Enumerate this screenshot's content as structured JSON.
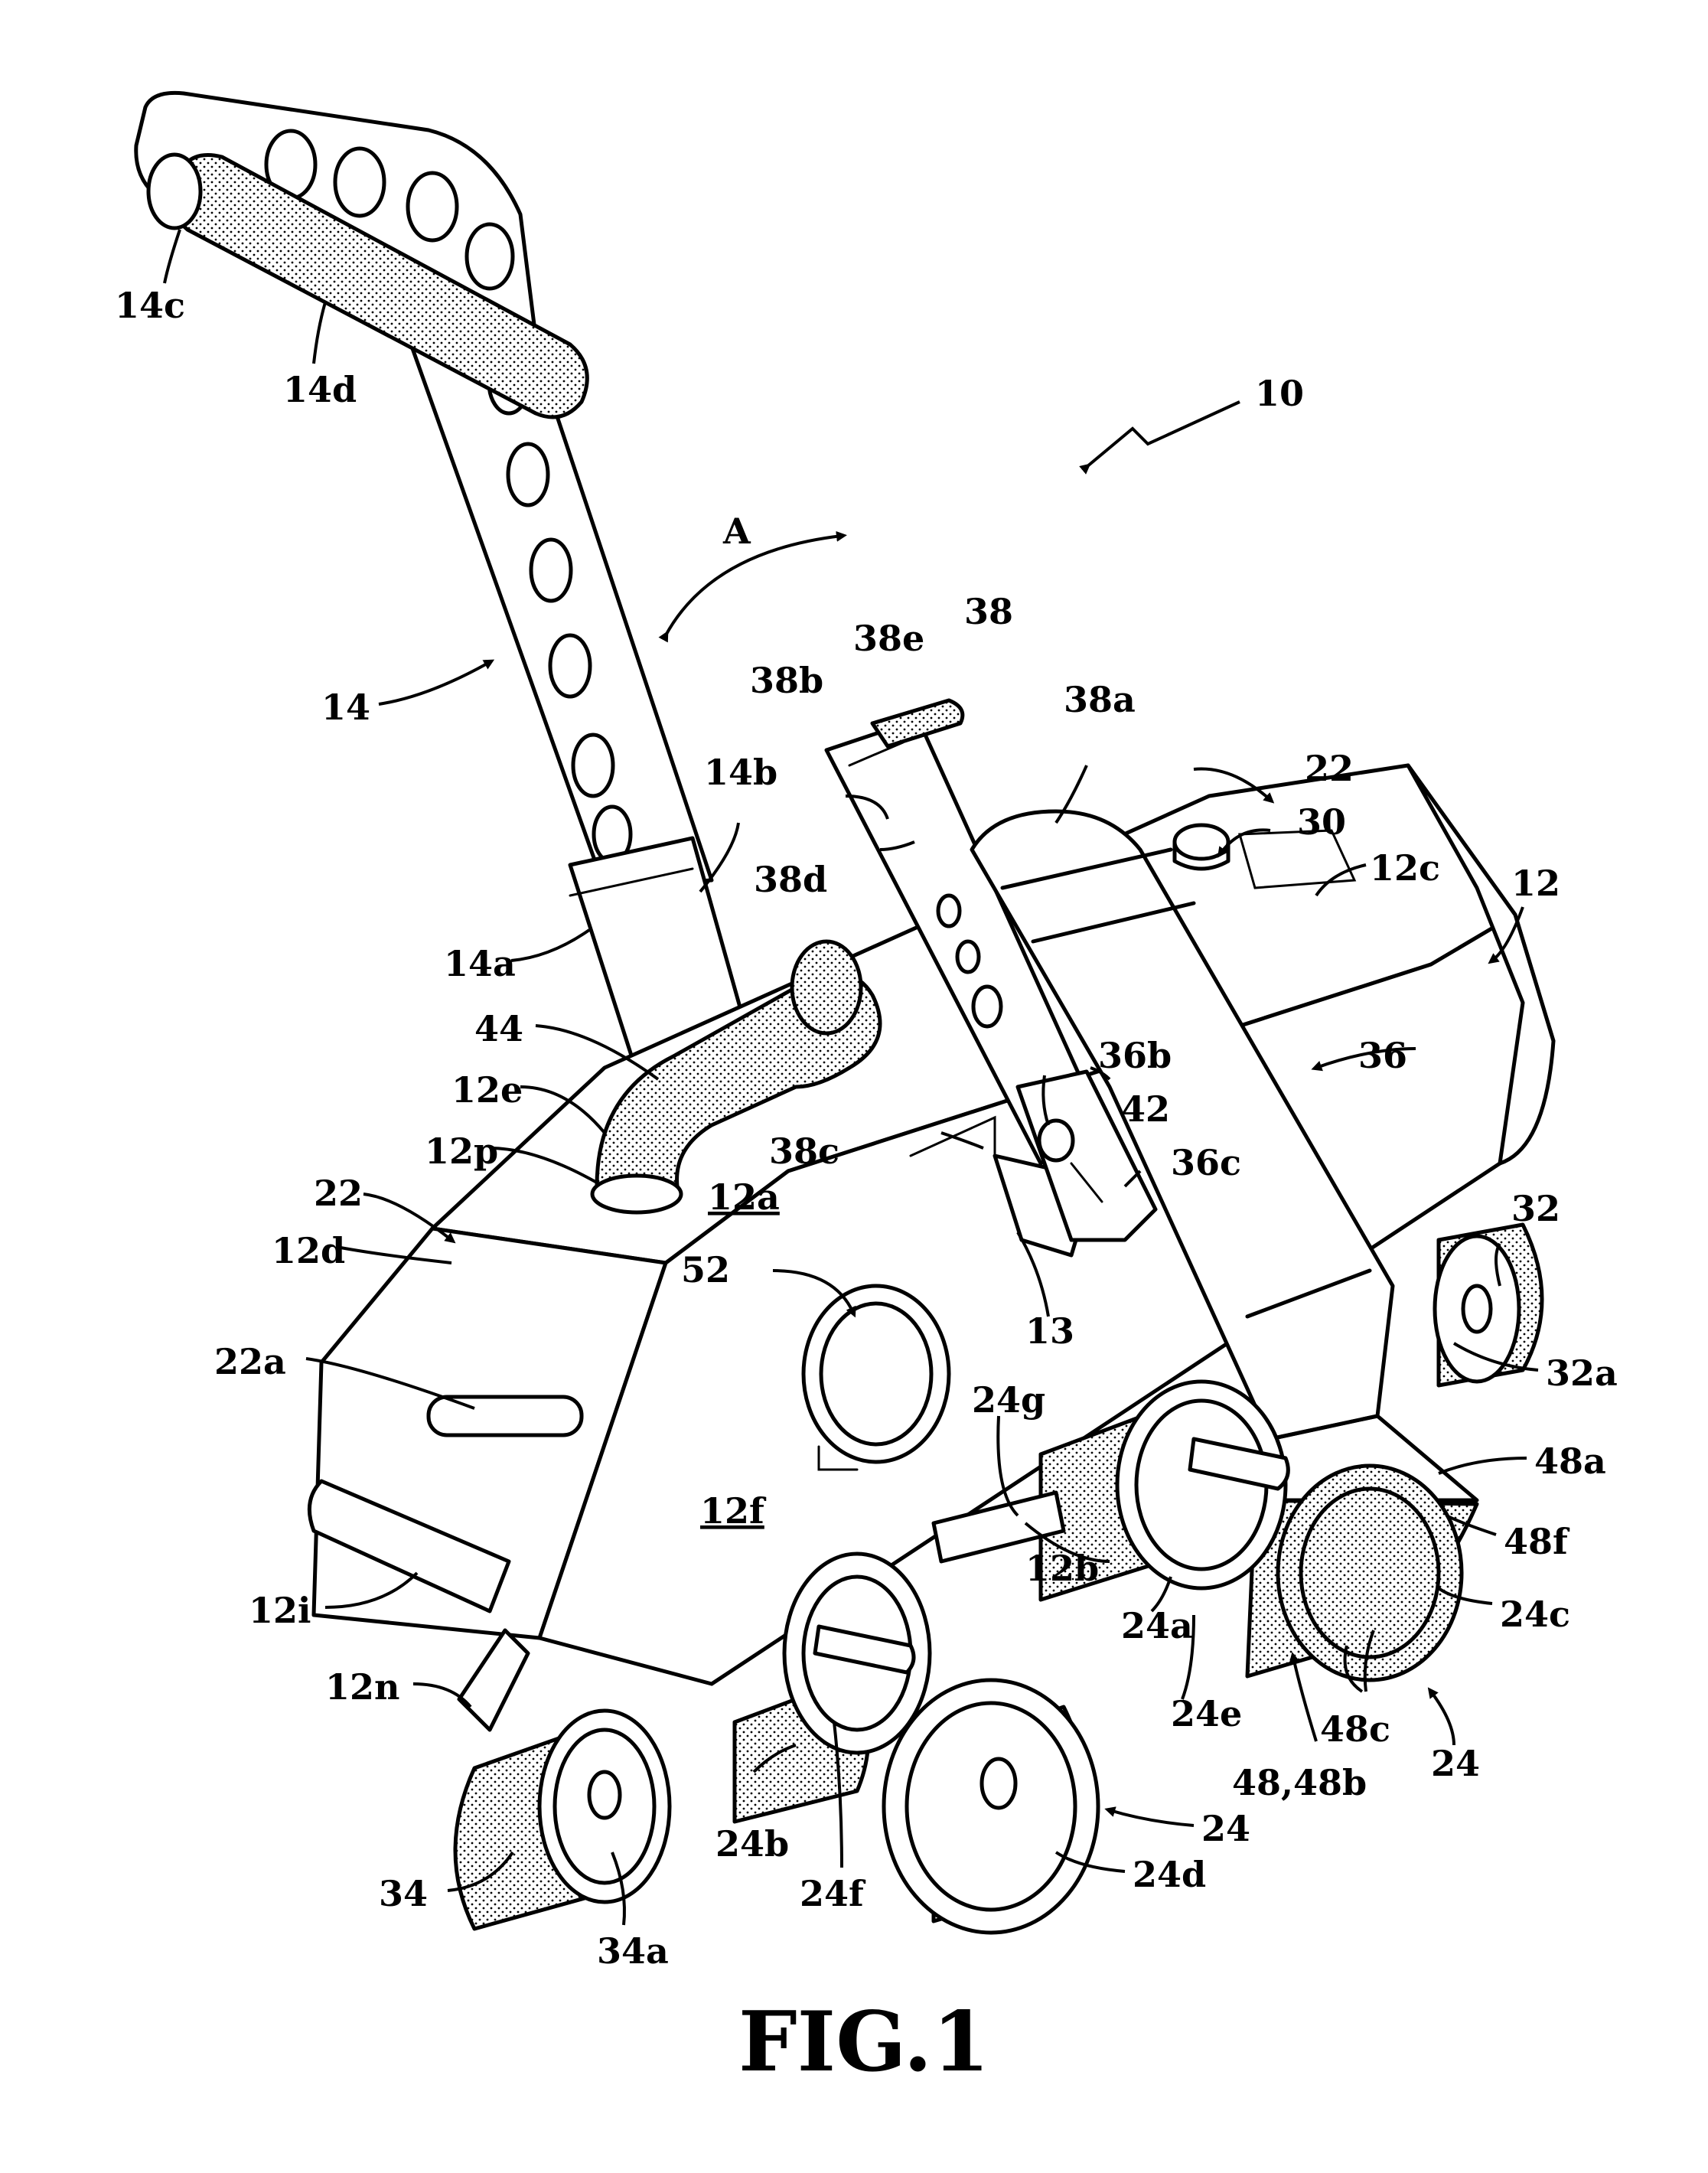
{
  "caption": "FIG.1",
  "labels": {
    "l10": "10",
    "lA": "A",
    "l14": "14",
    "l14a": "14a",
    "l14b": "14b",
    "l14c": "14c",
    "l14d": "14d",
    "l44": "44",
    "l12e": "12e",
    "l12p": "12p",
    "l22_left": "22",
    "l12d": "12d",
    "l22a": "22a",
    "l12i": "12i",
    "l12n": "12n",
    "l34": "34",
    "l34a": "34a",
    "l24b": "24b",
    "l24f": "24f",
    "l24_bottom": "24",
    "l24d": "24d",
    "l12f": "12f",
    "l12a": "12a",
    "l52": "52",
    "l24g": "24g",
    "l12b": "12b",
    "l13": "13",
    "l38": "38",
    "l38a": "38a",
    "l38b": "38b",
    "l38c": "38c",
    "l38d": "38d",
    "l38e": "38e",
    "l36": "36",
    "l36b": "36b",
    "l36c": "36c",
    "l42": "42",
    "l22_right": "22",
    "l30": "30",
    "l12c": "12c",
    "l12": "12",
    "l32": "32",
    "l32a": "32a",
    "l48a": "48a",
    "l48f": "48f",
    "l24c": "24c",
    "l24a": "24a",
    "l24e": "24e",
    "l48c": "48c",
    "l48_48b": "48,48b",
    "l24_right": "24"
  }
}
